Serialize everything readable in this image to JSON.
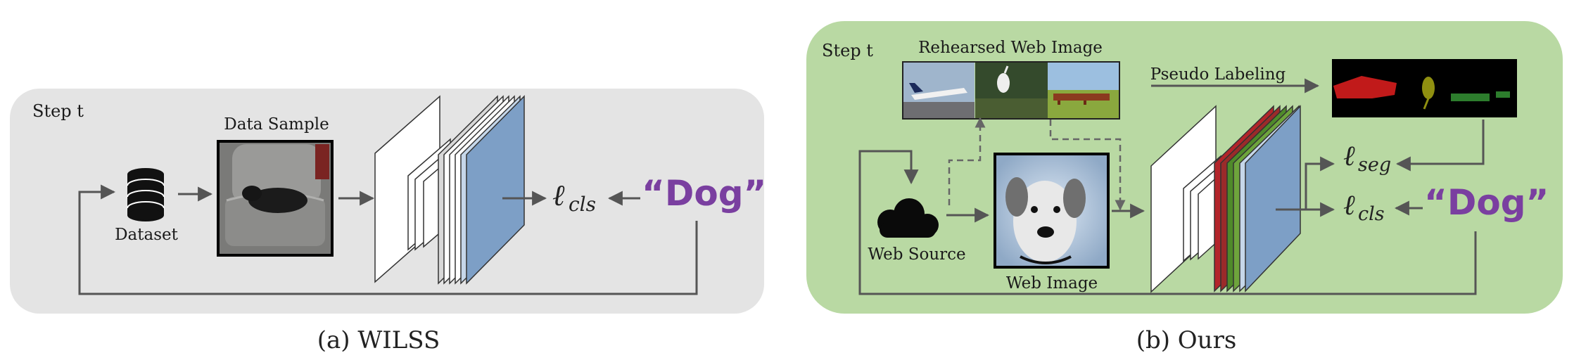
{
  "panels": {
    "a": {
      "caption": "(a) WILSS",
      "step_label": "Step t",
      "data_sample_label": "Data Sample",
      "dataset_label": "Dataset",
      "loss_label": "ℓ",
      "loss_sub": "cls",
      "class_label": "“Dog”",
      "background_color": "#e4e4e4"
    },
    "b": {
      "caption": "(b) Ours",
      "step_label": "Step t",
      "rehearsed_label": "Rehearsed Web Image",
      "pseudo_label": "Pseudo Labeling",
      "web_source_label": "Web Source",
      "web_image_label": "Web Image",
      "loss_seg_label": "ℓ",
      "loss_seg_sub": "seg",
      "loss_cls_label": "ℓ",
      "loss_cls_sub": "cls",
      "class_label": "“Dog”",
      "background_color": "#b9d9a3"
    }
  },
  "colors": {
    "arrow": "#555555",
    "quote": "#7a3fa0",
    "feature_blue": "#7d9fc6",
    "feature_red": "#b3242a",
    "feature_green": "#4f8a2a"
  }
}
